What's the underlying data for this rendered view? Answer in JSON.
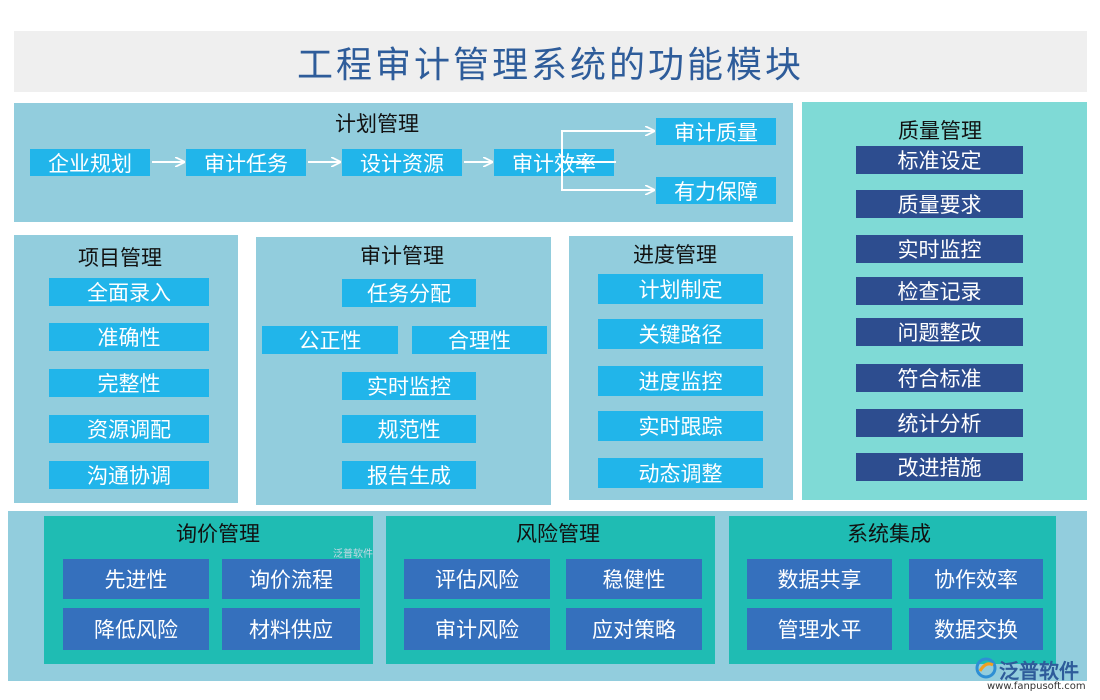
{
  "title": "工程审计管理系统的功能模块",
  "plan": {
    "title": "计划管理",
    "flow": [
      "企业规划",
      "审计任务",
      "设计资源",
      "审计效率"
    ],
    "branches": [
      "审计质量",
      "有力保障"
    ]
  },
  "project": {
    "title": "项目管理",
    "items": [
      "全面录入",
      "准确性",
      "完整性",
      "资源调配",
      "沟通协调"
    ]
  },
  "audit": {
    "title": "审计管理",
    "top": "任务分配",
    "pair": [
      "公正性",
      "合理性"
    ],
    "items": [
      "实时监控",
      "规范性",
      "报告生成"
    ]
  },
  "progress": {
    "title": "进度管理",
    "items": [
      "计划制定",
      "关键路径",
      "进度监控",
      "实时跟踪",
      "动态调整"
    ]
  },
  "quality": {
    "title": "质量管理",
    "items": [
      "标准设定",
      "质量要求",
      "实时监控",
      "检查记录",
      "问题整改",
      "符合标准",
      "统计分析",
      "改进措施"
    ]
  },
  "inquiry": {
    "title": "询价管理",
    "items": [
      "先进性",
      "询价流程",
      "降低风险",
      "材料供应"
    ]
  },
  "risk": {
    "title": "风险管理",
    "items": [
      "评估风险",
      "稳健性",
      "审计风险",
      "应对策略"
    ]
  },
  "integration": {
    "title": "系统集成",
    "items": [
      "数据共享",
      "协作效率",
      "管理水平",
      "数据交换"
    ]
  },
  "logo": {
    "name": "泛普软件",
    "url": "www.fanpusoft.com"
  },
  "watermark": "泛普软件",
  "colors": {
    "title_text": "#2e5c9a",
    "panel_light": "#92cddd",
    "panel_teal": "#7fdad6",
    "panel_dark_teal": "#1fbcb3",
    "box_cyan": "#21b5ea",
    "box_navy": "#2d4d8f",
    "box_blue": "#3570bd"
  }
}
